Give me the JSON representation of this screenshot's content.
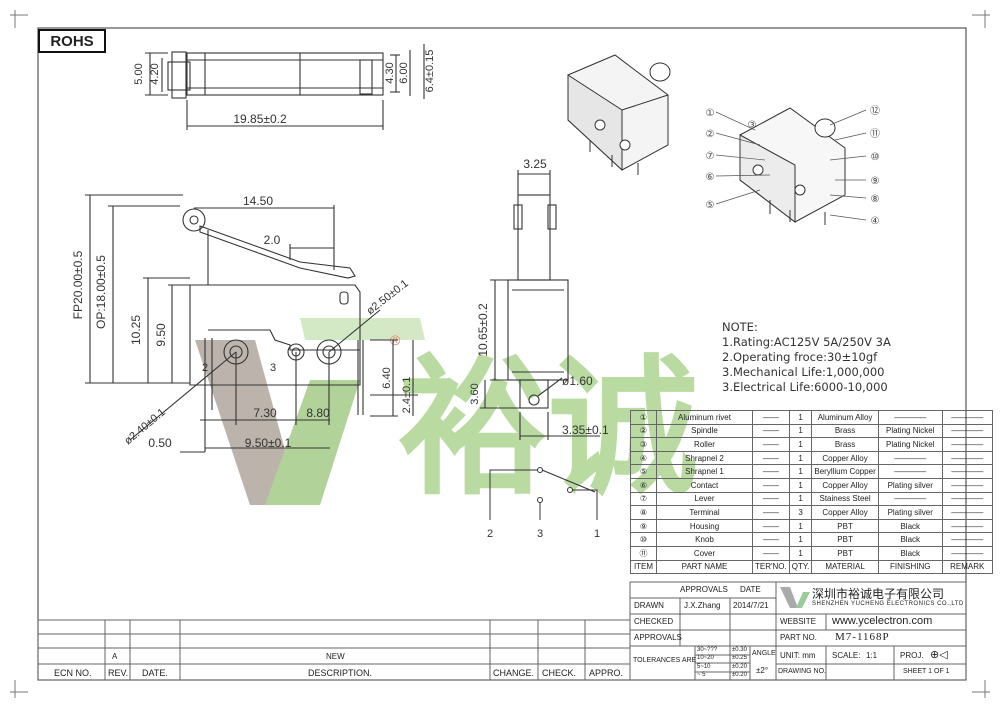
{
  "rohs": "ROHS",
  "top_view": {
    "dims": [
      "5.00",
      "4.20",
      "4.30",
      "6.00",
      "6.4±0.15",
      "19.85±0.2"
    ]
  },
  "front_view": {
    "dims": [
      "14.50",
      "2.0",
      "FP20.00±0.5",
      "OP:18.00±0.5",
      "10.25",
      "9.50",
      "ø2.50±0.1",
      "6.40",
      "2.4±0.1",
      "7.30",
      "8.80",
      "ø2.40±0.1",
      "0.50",
      "9.50±0.1"
    ],
    "pin_labels": [
      "2",
      "3"
    ]
  },
  "side_view": {
    "dims": [
      "3.25",
      "10.65±0.2",
      "3.60",
      "ø1.60",
      "3.35±0.1"
    ]
  },
  "schematic": {
    "pins": [
      "2",
      "3",
      "1"
    ]
  },
  "callouts": [
    "①",
    "②",
    "⑦",
    "⑥",
    "⑤",
    "⑫",
    "⑪",
    "⑩",
    "⑨",
    "⑧",
    "④",
    "③"
  ],
  "watermark": {
    "cn": "裕诚",
    "reg": "®"
  },
  "notes": {
    "title": "NOTE:",
    "items": [
      "1.Rating:AC125V 5A/250V 3A",
      "2.Operating froce:30±10gf",
      "3.Mechanical Life:1,000,000",
      "3.Electrical Life:6000-10,000"
    ]
  },
  "bom": {
    "rows": [
      {
        "no": "①",
        "part": "Aluminum rivet",
        "ter": "——",
        "qty": "1",
        "material": "Aluminum Alloy",
        "finishing": "————",
        "remark": "————"
      },
      {
        "no": "②",
        "part": "Spindle",
        "ter": "——",
        "qty": "1",
        "material": "Brass",
        "finishing": "Plating Nickel",
        "remark": "————"
      },
      {
        "no": "③",
        "part": "Roller",
        "ter": "——",
        "qty": "1",
        "material": "Brass",
        "finishing": "Plating Nickel",
        "remark": "————"
      },
      {
        "no": "④",
        "part": "Shrapnel 2",
        "ter": "——",
        "qty": "1",
        "material": "Copper Alloy",
        "finishing": "————",
        "remark": "————"
      },
      {
        "no": "⑤",
        "part": "Shrapnel 1",
        "ter": "——",
        "qty": "1",
        "material": "Beryllium Copper",
        "finishing": "————",
        "remark": "————"
      },
      {
        "no": "⑥",
        "part": "Contact",
        "ter": "——",
        "qty": "1",
        "material": "Copper Alloy",
        "finishing": "Plating silver",
        "remark": "————"
      },
      {
        "no": "⑦",
        "part": "Lever",
        "ter": "——",
        "qty": "1",
        "material": "Stainess Steel",
        "finishing": "————",
        "remark": "————"
      },
      {
        "no": "⑧",
        "part": "Terminal",
        "ter": "——",
        "qty": "3",
        "material": "Copper Alloy",
        "finishing": "Plating silver",
        "remark": "————"
      },
      {
        "no": "⑨",
        "part": "Housing",
        "ter": "——",
        "qty": "1",
        "material": "PBT",
        "finishing": "Black",
        "remark": "————"
      },
      {
        "no": "⑩",
        "part": "Knob",
        "ter": "——",
        "qty": "1",
        "material": "PBT",
        "finishing": "Black",
        "remark": "————"
      },
      {
        "no": "⑪",
        "part": "Cover",
        "ter": "——",
        "qty": "1",
        "material": "PBT",
        "finishing": "Black",
        "remark": "————"
      }
    ],
    "header": {
      "item": "ITEM",
      "part": "PART NAME",
      "ter": "TER'NO.",
      "qty": "QTY.",
      "material": "MATERIAL",
      "finishing": "FINISHING",
      "remark": "REMARK"
    }
  },
  "title_block": {
    "approvals": "APPROVALS",
    "date": "DATE",
    "drawn": "DRAWN",
    "drawn_by": "J.X.Zhang",
    "drawn_date": "2014/7/21",
    "checked": "CHECKED",
    "approvals2": "APPROVALS",
    "company_cn": "深圳市裕诚电子有限公司",
    "company_en": "SHENZHEN YUCHENG ELECTRONICS CO.,LTD",
    "website_label": "WEBSITE",
    "website": "www.ycelectron.com",
    "part_no_label": "PART NO.",
    "part_no": "M7-1168P",
    "tolerances": "TOLERANCES ARE",
    "tol_ranges": [
      "30~???",
      "10~20",
      "5~10",
      "~ 5"
    ],
    "tol_values": [
      "±0.30",
      "±0.25",
      "±0.20",
      "±0.20"
    ],
    "angle_label": "ANGLE",
    "angle": "±2°",
    "unit_label": "UNIT: mm",
    "scale_label": "SCALE:",
    "scale": "1:1",
    "proj": "PROJ.",
    "drawing_no": "DRAWING NO.",
    "sheet": "SHEET 1 OF 1"
  },
  "revision_block": {
    "rev_letter": "A",
    "new": "NEW",
    "headers": [
      "ECN NO.",
      "REV.",
      "DATE.",
      "DESCRIPTION.",
      "CHANGE.",
      "CHECK.",
      "APPRO."
    ]
  },
  "colors": {
    "watermark_green": "#b8dba0",
    "watermark_gray": "#a89e94",
    "line": "#333333"
  }
}
